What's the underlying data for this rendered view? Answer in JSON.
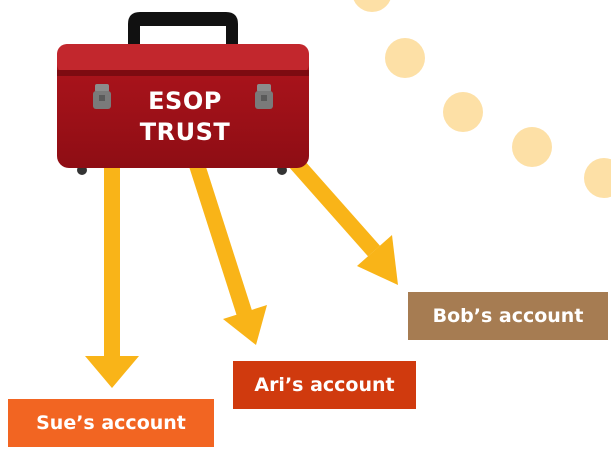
{
  "toolbox": {
    "line1": "ESOP",
    "line2": "TRUST",
    "body_color": "#a3121a",
    "lid_color": "#c2272d"
  },
  "accounts": [
    {
      "label": "Sue’s account",
      "color": "#f26522"
    },
    {
      "label": "Ari’s account",
      "color": "#d03a0e"
    },
    {
      "label": "Bob’s account",
      "color": "#a67c52"
    }
  ],
  "arrow_color": "#f9b418",
  "dot_color": "#fde0a6"
}
